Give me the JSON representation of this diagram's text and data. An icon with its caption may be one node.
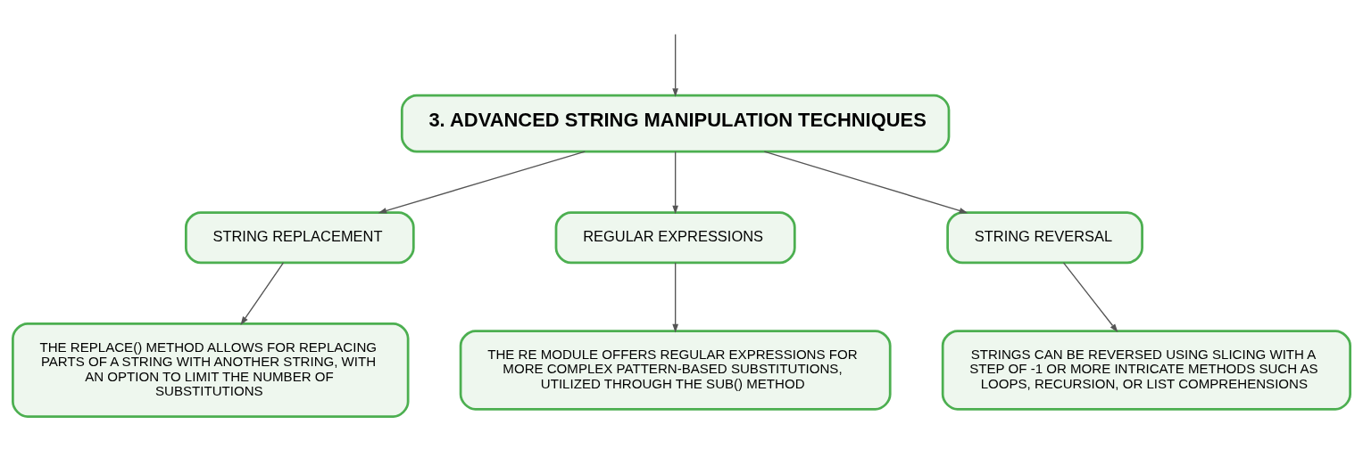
{
  "diagram": {
    "nodes": [
      {
        "text": [
          "3. ADVANCED STRING MANIPULATION TECHNIQUES"
        ]
      },
      {
        "text": [
          "STRING REPLACEMENT"
        ]
      },
      {
        "text": [
          "REGULAR EXPRESSIONS"
        ]
      },
      {
        "text": [
          "STRING REVERSAL"
        ]
      },
      {
        "text": [
          "THE REPLACE() METHOD ALLOWS FOR REPLACING PARTS OF A STRING WITH ANOTHER STRING, WITH AN OPTION TO LIMIT THE NUMBER OF SUBSTITUTIONS"
        ]
      },
      {
        "text": [
          "THE RE MODULE OFFERS REGULAR EXPRESSIONS FOR MORE COMPLEX PATTERN-BASED SUBSTITUTIONS, UTILIZED THROUGH THE SUB() METHOD"
        ]
      },
      {
        "text": [
          "STRINGS CAN BE REVERSED USING SLICING WITH A STEP OF -1 OR MORE INTRICATE METHODS SUCH AS LOOPS, RECURSION, OR LIST COMPREHENSIONS"
        ]
      }
    ],
    "edges": [
      {
        "from": null,
        "to": 0,
        "arrow": "to"
      },
      {
        "from": 0,
        "to": 1,
        "arrow": "to"
      },
      {
        "from": 0,
        "to": 2,
        "arrow": "to"
      },
      {
        "from": 0,
        "to": 3,
        "arrow": "to"
      },
      {
        "from": 1,
        "to": 4,
        "arrow": "to"
      },
      {
        "from": 2,
        "to": 5,
        "arrow": "to"
      },
      {
        "from": 3,
        "to": 6,
        "arrow": "to"
      }
    ]
  }
}
